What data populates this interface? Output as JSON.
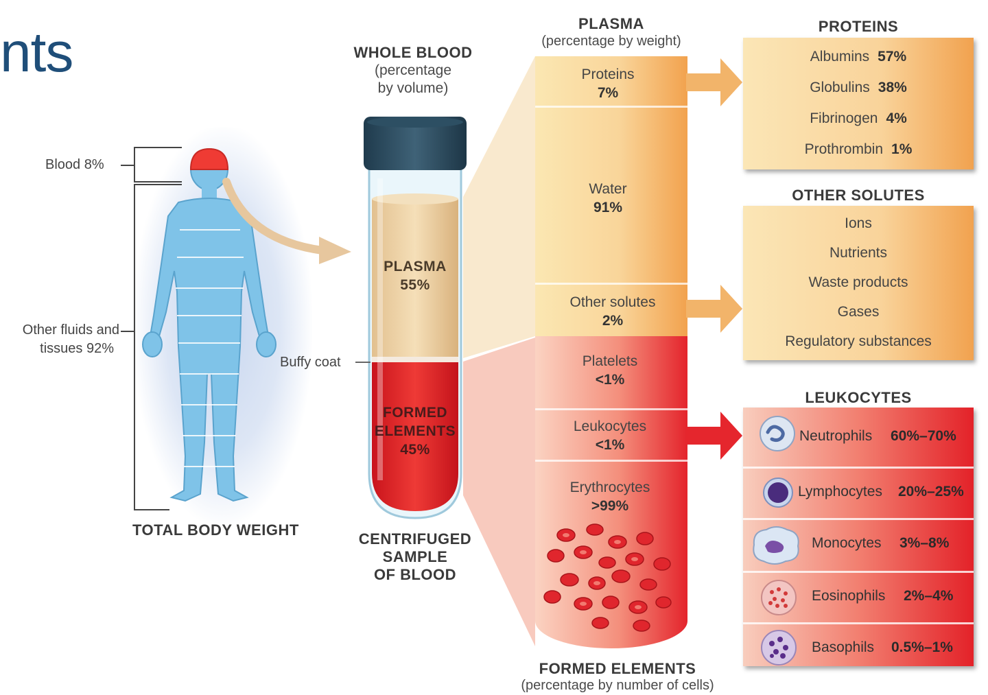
{
  "title_fragment": "nts",
  "body_figure": {
    "blood_label": "Blood 8%",
    "other_label_line1": "Other fluids and",
    "other_label_line2": "tissues 92%",
    "caption": "TOTAL BODY WEIGHT"
  },
  "whole_blood": {
    "heading": "WHOLE BLOOD",
    "sub_line1": "(percentage",
    "sub_line2": "by volume)",
    "plasma_label": "PLASMA",
    "plasma_pct": "55%",
    "buffy_label": "Buffy coat",
    "formed_line1": "FORMED",
    "formed_line2": "ELEMENTS",
    "formed_pct": "45%",
    "caption_line1": "CENTRIFUGED",
    "caption_line2": "SAMPLE",
    "caption_line3": "OF BLOOD"
  },
  "plasma": {
    "heading": "PLASMA",
    "sub": "(percentage by weight)",
    "segments": [
      {
        "label": "Proteins",
        "pct": "7%"
      },
      {
        "label": "Water",
        "pct": "91%"
      },
      {
        "label": "Other solutes",
        "pct": "2%"
      }
    ]
  },
  "formed_elements": {
    "heading": "FORMED ELEMENTS",
    "sub": "(percentage by number of cells)",
    "segments": [
      {
        "label": "Platelets",
        "pct": "<1%"
      },
      {
        "label": "Leukocytes",
        "pct": "<1%"
      },
      {
        "label": "Erythrocytes",
        "pct": ">99%"
      }
    ]
  },
  "proteins": {
    "heading": "PROTEINS",
    "items": [
      {
        "name": "Albumins",
        "pct": "57%"
      },
      {
        "name": "Globulins",
        "pct": "38%"
      },
      {
        "name": "Fibrinogen",
        "pct": "4%"
      },
      {
        "name": "Prothrombin",
        "pct": "1%"
      }
    ]
  },
  "other_solutes": {
    "heading": "OTHER SOLUTES",
    "items": [
      "Ions",
      "Nutrients",
      "Waste products",
      "Gases",
      "Regulatory substances"
    ]
  },
  "leukocytes": {
    "heading": "LEUKOCYTES",
    "items": [
      {
        "name": "Neutrophils",
        "pct": "60%–70%"
      },
      {
        "name": "Lymphocytes",
        "pct": "20%–25%"
      },
      {
        "name": "Monocytes",
        "pct": "3%–8%"
      },
      {
        "name": "Eosinophils",
        "pct": "2%–4%"
      },
      {
        "name": "Basophils",
        "pct": "0.5%–1%"
      }
    ]
  },
  "colors": {
    "title_blue": "#1f4e79",
    "body_blue": "#7fc3e8",
    "plasma_tan": "#f2d3a3",
    "blood_red": "#e5262d",
    "orange_arrow": "#f2b46a",
    "red_arrow": "#e5262d"
  }
}
